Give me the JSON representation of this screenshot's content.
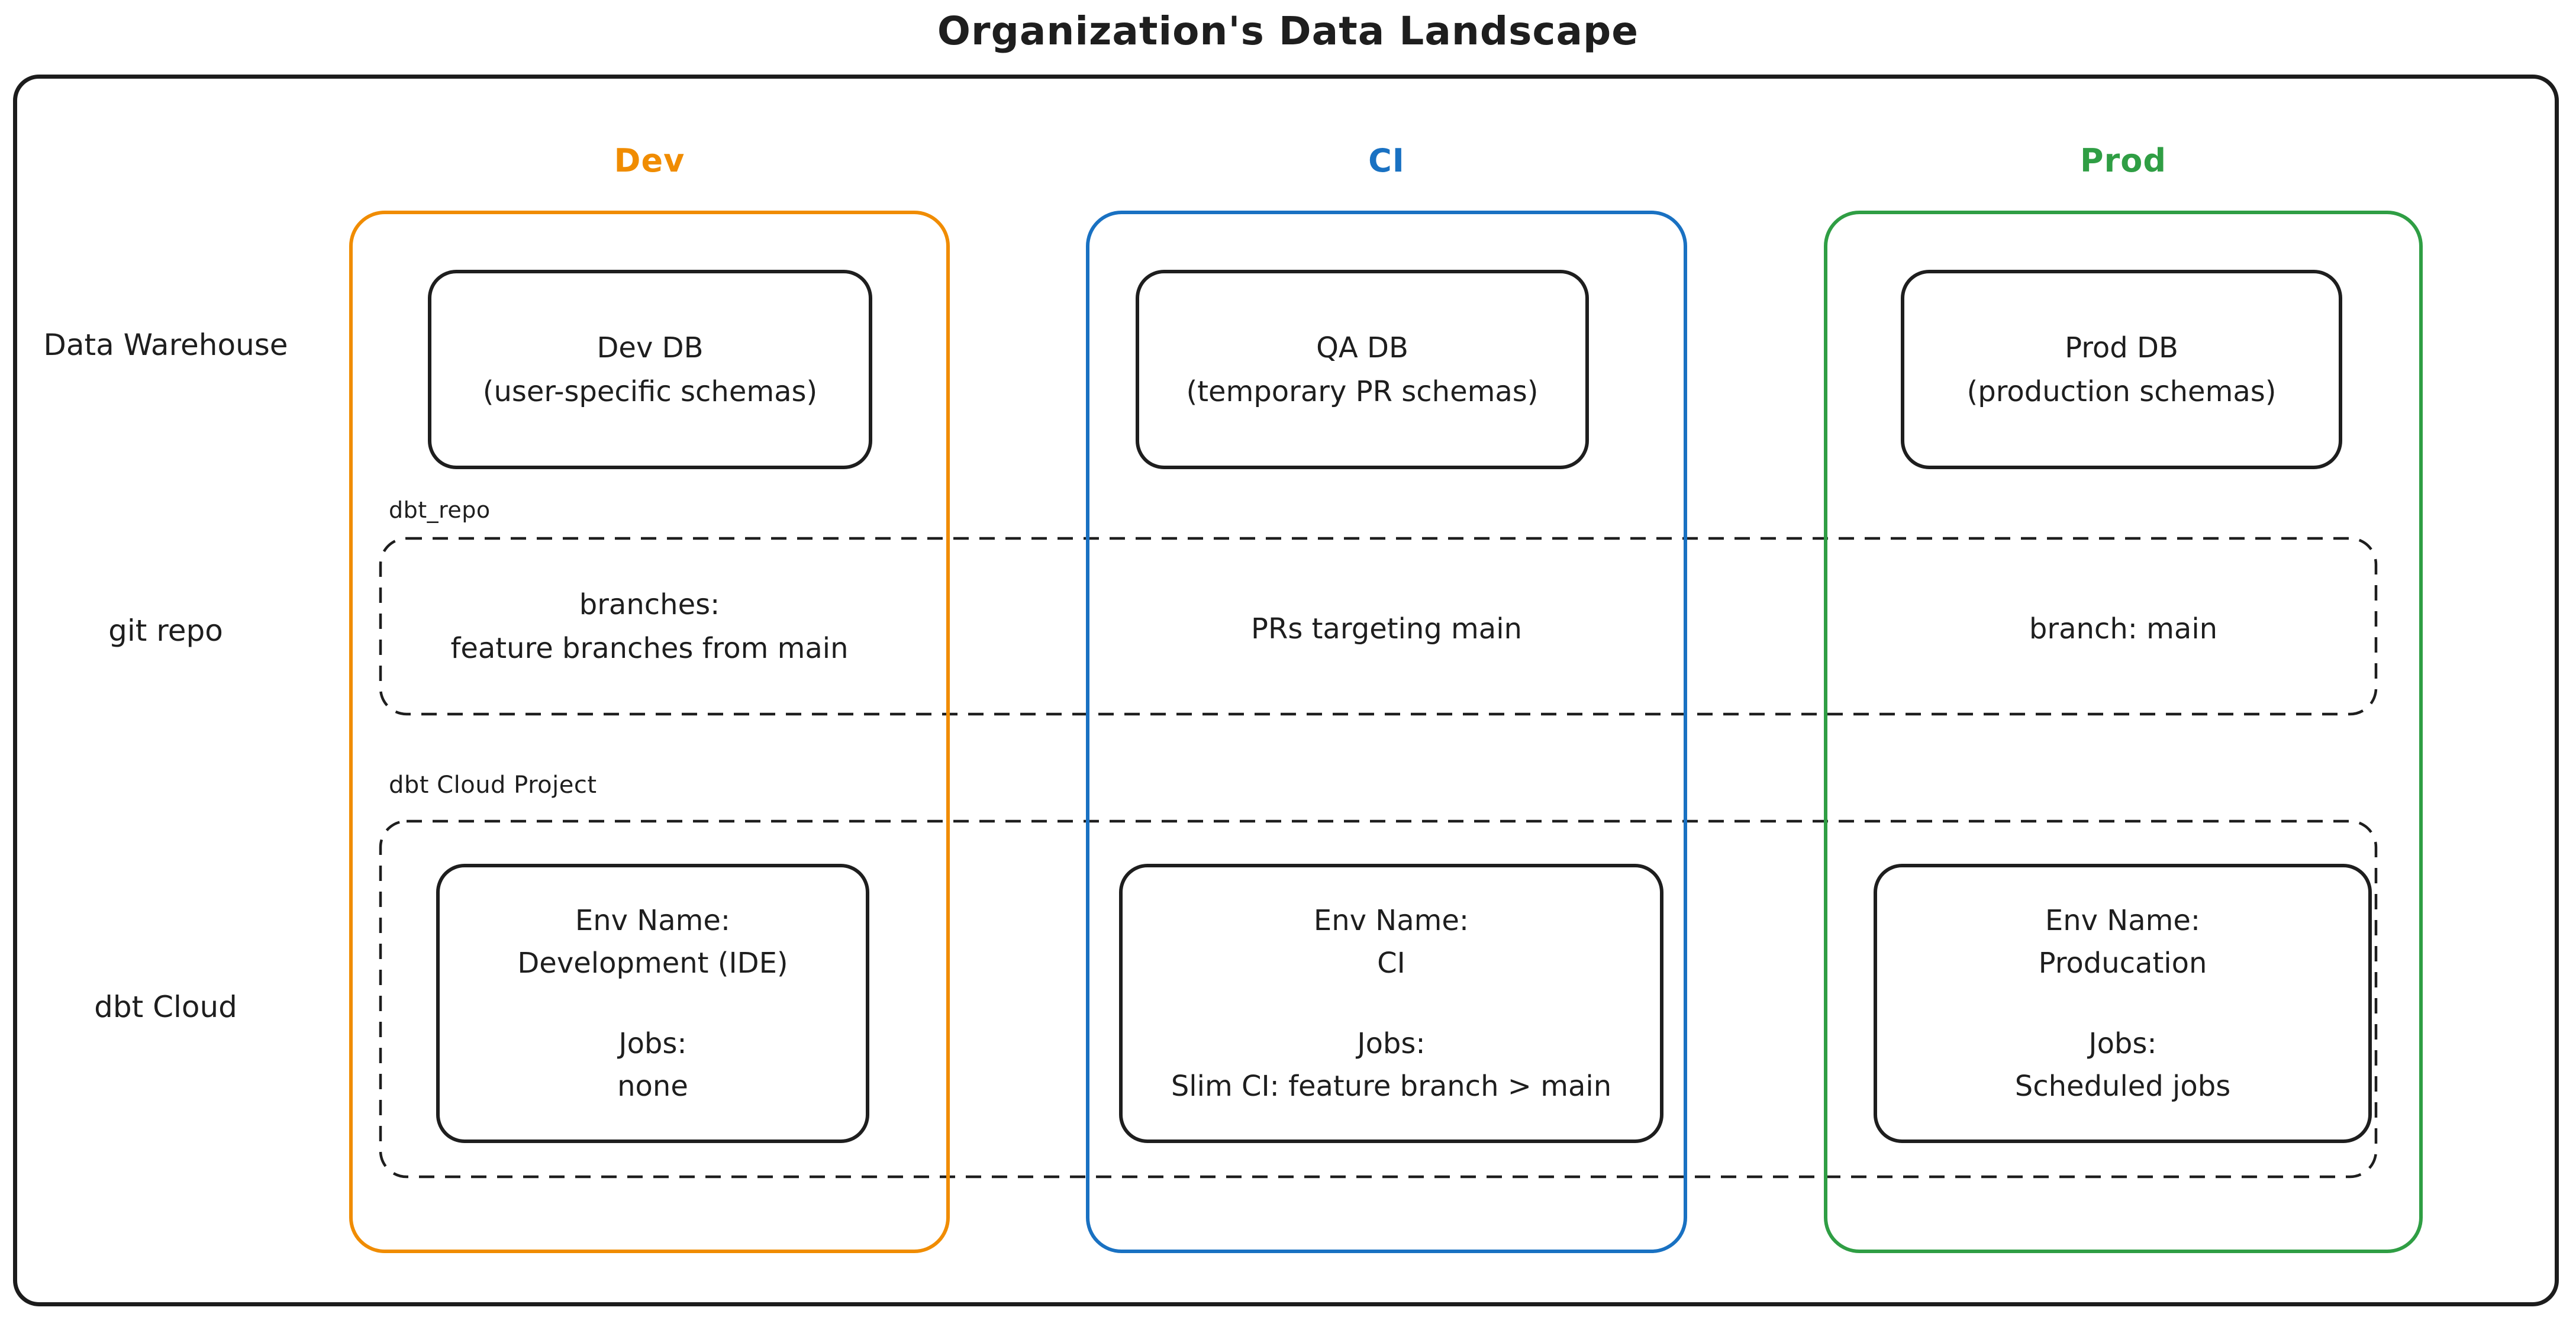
{
  "title": "Organization's Data Landscape",
  "colors": {
    "dev": "#f08c00",
    "ci": "#1971c2",
    "prod": "#2f9e44",
    "ink": "#1e1e1e"
  },
  "row_labels": {
    "warehouse": "Data Warehouse",
    "git": "git repo",
    "cloud": "dbt Cloud"
  },
  "bands": {
    "repo_label": "dbt_repo",
    "cloud_label": "dbt Cloud Project"
  },
  "columns": {
    "dev": {
      "header": "Dev",
      "db_line1": "Dev DB",
      "db_line2": "(user-specific schemas)",
      "git_line1": "branches:",
      "git_line2": "feature branches from main",
      "env_label": "Env Name:",
      "env_name": "Development (IDE)",
      "jobs_label": "Jobs:",
      "jobs_value": "none"
    },
    "ci": {
      "header": "CI",
      "db_line1": "QA DB",
      "db_line2": "(temporary PR schemas)",
      "git_line1": "PRs targeting main",
      "env_label": "Env Name:",
      "env_name": "CI",
      "jobs_label": "Jobs:",
      "jobs_value": "Slim CI: feature branch > main"
    },
    "prod": {
      "header": "Prod",
      "db_line1": "Prod DB",
      "db_line2": "(production schemas)",
      "git_line1": "branch: main",
      "env_label": "Env Name:",
      "env_name": "Producation",
      "jobs_label": "Jobs:",
      "jobs_value": "Scheduled jobs"
    }
  }
}
